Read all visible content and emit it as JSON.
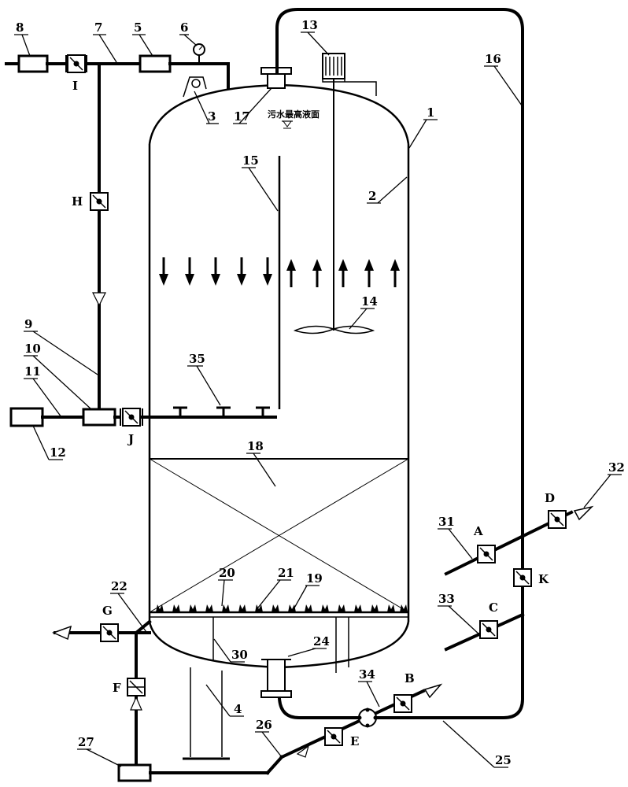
{
  "labels": {
    "n1": "1",
    "n2": "2",
    "n3": "3",
    "n4": "4",
    "n5": "5",
    "n6": "6",
    "n7": "7",
    "n8": "8",
    "n9": "9",
    "n10": "10",
    "n11": "11",
    "n12": "12",
    "n13": "13",
    "n14": "14",
    "n15": "15",
    "n16": "16",
    "n17": "17",
    "n18": "18",
    "n19": "19",
    "n20": "20",
    "n21": "21",
    "n22": "22",
    "n24": "24",
    "n25": "25",
    "n26": "26",
    "n27": "27",
    "n30": "30",
    "n31": "31",
    "n32": "32",
    "n33": "33",
    "n34": "34",
    "n35": "35"
  },
  "valves": {
    "A": "A",
    "B": "B",
    "C": "C",
    "D": "D",
    "E": "E",
    "F": "F",
    "G": "G",
    "H": "H",
    "I": "I",
    "J": "J",
    "K": "K"
  },
  "annotations": {
    "max_liquid_level": "污水最高液面"
  }
}
